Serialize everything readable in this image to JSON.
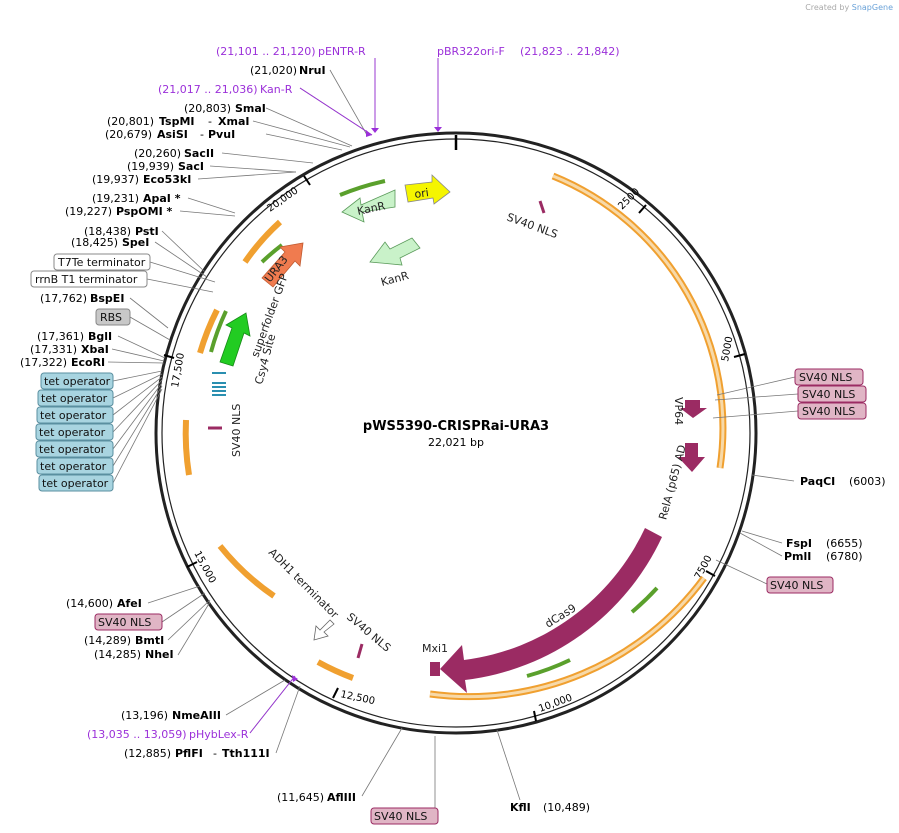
{
  "brand": {
    "created_by": "Created by",
    "name": "SnapGene"
  },
  "plasmid": {
    "name": "pWS5390-CRISPRai-URA3",
    "length": "22,021 bp"
  },
  "ticks": [
    "2500",
    "5000",
    "7500",
    "10,000",
    "12,500",
    "15,000",
    "17,500",
    "20,000"
  ],
  "sites": [
    {
      "pos": "(21,020)",
      "name": "NruI"
    },
    {
      "pos": "(20,803)",
      "name": "SmaI"
    },
    {
      "pos": "(20,801)",
      "name": "TspMI",
      "name2": "XmaI"
    },
    {
      "pos": "(20,679)",
      "name": "AsiSI",
      "name2": "PvuI"
    },
    {
      "pos": "(20,260)",
      "name": "SacII"
    },
    {
      "pos": "(19,939)",
      "name": "SacI"
    },
    {
      "pos": "(19,937)",
      "name": "Eco53kI"
    },
    {
      "pos": "(19,231)",
      "name": "ApaI *"
    },
    {
      "pos": "(19,227)",
      "name": "PspOMI *"
    },
    {
      "pos": "(18,438)",
      "name": "PstI"
    },
    {
      "pos": "(18,425)",
      "name": "SpeI"
    },
    {
      "pos": "(17,762)",
      "name": "BspEI"
    },
    {
      "pos": "(17,361)",
      "name": "BglI"
    },
    {
      "pos": "(17,331)",
      "name": "XbaI"
    },
    {
      "pos": "(17,322)",
      "name": "EcoRI"
    },
    {
      "pos": "(14,600)",
      "name": "AfeI"
    },
    {
      "pos": "(14,289)",
      "name": "BmtI"
    },
    {
      "pos": "(14,285)",
      "name": "NheI"
    },
    {
      "pos": "(13,196)",
      "name": "NmeAIII"
    },
    {
      "pos": "(12,885)",
      "name": "PflFI",
      "name2": "Tth111I"
    },
    {
      "pos": "(11,645)",
      "name": "AflIII"
    },
    {
      "pos": "(10,489)",
      "name": "KflI"
    },
    {
      "pos": "(6003)",
      "name": "PaqCI"
    },
    {
      "pos": "(6655)",
      "name": "FspI"
    },
    {
      "pos": "(6780)",
      "name": "PmlI"
    }
  ],
  "primers": [
    {
      "range": "(21,101 .. 21,120)",
      "name": "pENTR-R"
    },
    {
      "range": "(21,017 .. 21,036)",
      "name": "Kan-R"
    },
    {
      "range": "(21,823 .. 21,842)",
      "name": "pBR322ori-F"
    },
    {
      "range": "(13,035 .. 13,059)",
      "name": "pHybLex-R"
    }
  ],
  "boxes": {
    "t7te": "T7Te terminator",
    "rrnb": "rrnB T1 terminator",
    "rbs": "RBS",
    "tet": [
      "tet operator",
      "tet operator",
      "tet operator",
      "tet operator",
      "tet operator",
      "tet operator",
      "tet operator"
    ],
    "nls_right": [
      "SV40 NLS",
      "SV40 NLS",
      "SV40 NLS"
    ],
    "nls_mid_right": "SV40 NLS",
    "nls_left": "SV40 NLS",
    "nls_bottom": "SV40 NLS"
  },
  "features": {
    "kanr_arrow": "KanR",
    "ori": "ori",
    "kanr_free": "KanR",
    "sv40_top": "SV40 NLS",
    "ura3": "URA3",
    "sfgfp": "superfolder GFP",
    "csy4": "Csy4 Site",
    "sv40_left": "SV40 NLS",
    "vp64": "VP64",
    "rela": "RelA (p65) AD",
    "dcas9": "dCas9",
    "mxi1": "Mxi1",
    "adh1": "ADH1 terminator",
    "sv40_lower": "SV40 NLS"
  },
  "colors": {
    "cds": "#9b2b63",
    "orange": "#f0a030",
    "green": "#5aa02c",
    "ura3": "#f07b4f",
    "gfp": "#22cc22",
    "kan": "#c9f2c9",
    "ori": "#f5f500",
    "tet": "#a8d4e0",
    "nls": "#e0b5c5",
    "primer": "#9b30d9"
  }
}
